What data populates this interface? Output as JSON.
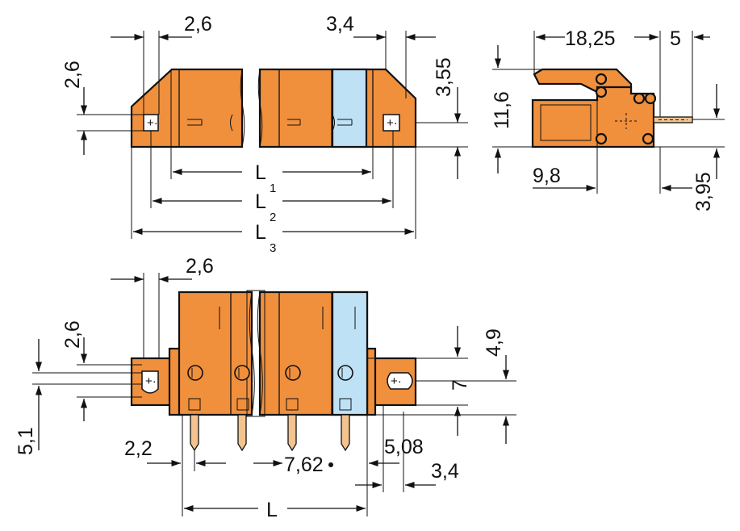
{
  "colors": {
    "housing": "#f08f3c",
    "housing_dark": "#d9782a",
    "marker_blue": "#bfe1f5",
    "pin": "#f3c48f",
    "outline": "#111111",
    "background": "#ffffff"
  },
  "top_view": {
    "dims": {
      "left_offset": "2,6",
      "right_offset": "3,4",
      "hole_height": "2,6",
      "right_height": "3,55"
    },
    "lengths": {
      "l1": {
        "base": "L",
        "sub": "1"
      },
      "l2": {
        "base": "L",
        "sub": "2"
      },
      "l3": {
        "base": "L",
        "sub": "3"
      }
    }
  },
  "side_view": {
    "dims": {
      "top_length": "18,25",
      "pin_offset": "5",
      "total_height": "11,6",
      "bottom_length": "9,8",
      "pin_height": "3,95"
    }
  },
  "front_view": {
    "dims": {
      "flange_width": "2,6",
      "flange_height": "2,6",
      "top_height": "4,9",
      "flange_total": "7",
      "bottom_offset": "5,1",
      "pin_offset": "2,2",
      "pitch": "7,62",
      "pitch_alt": "5,08",
      "right_offset": "3,4",
      "length": "L"
    }
  }
}
